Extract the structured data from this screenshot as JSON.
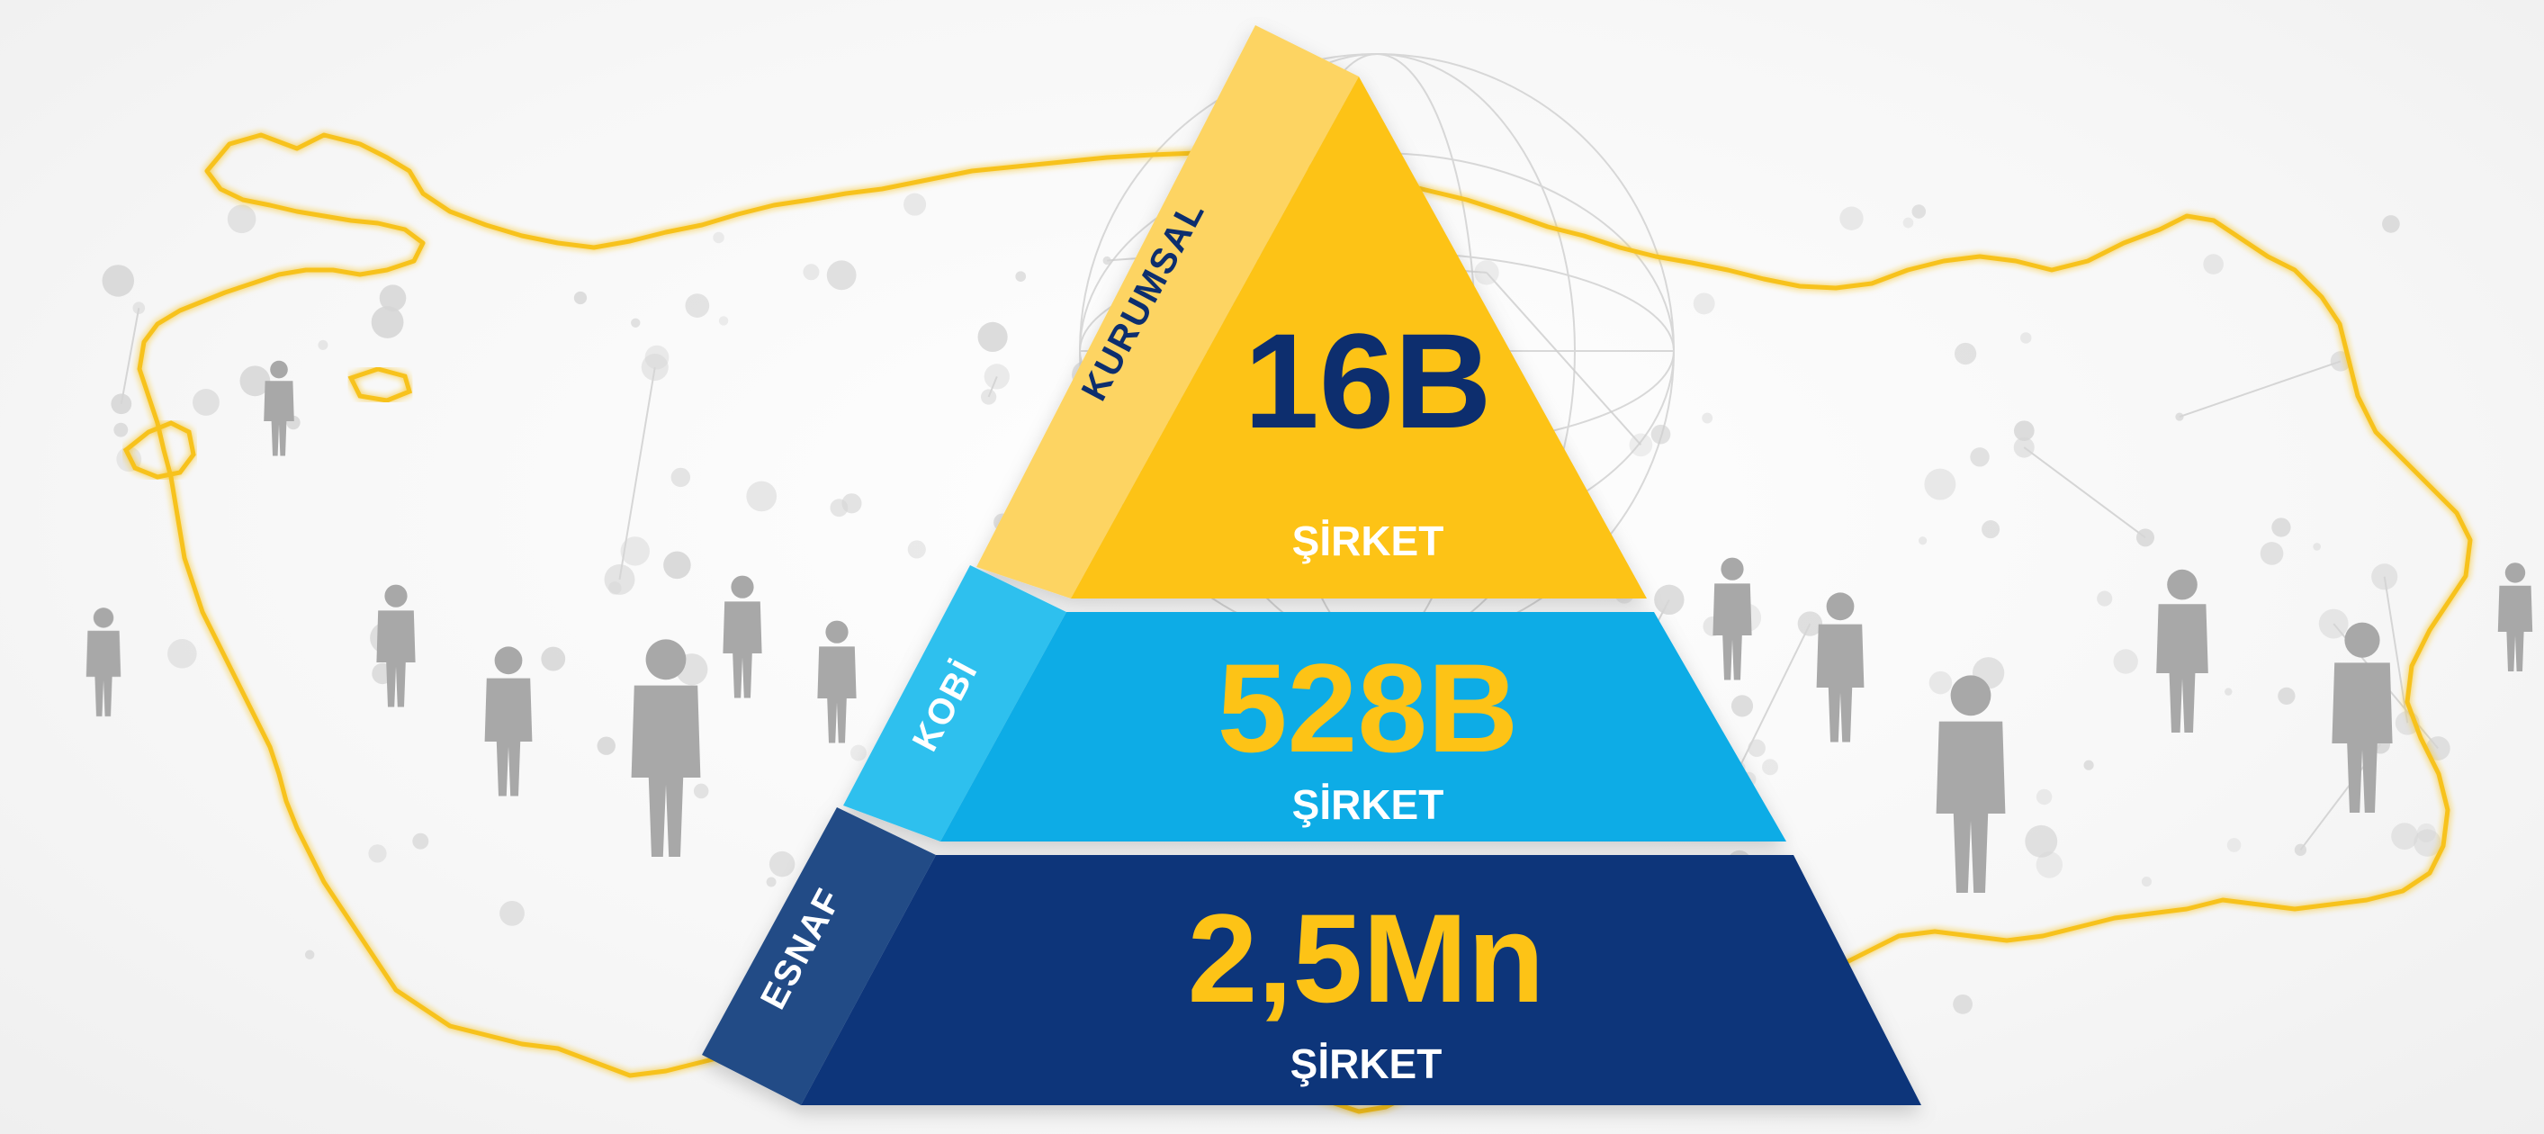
{
  "tiers": [
    {
      "id": "kurumsal",
      "side_label": "KURUMSAL",
      "value": "16B",
      "unit": "ŞİRKET"
    },
    {
      "id": "kobi",
      "side_label": "KOBİ",
      "value": "528B",
      "unit": "ŞİRKET"
    },
    {
      "id": "esnaf",
      "side_label": "ESNAF",
      "value": "2,5Mn",
      "unit": "ŞİRKET"
    }
  ],
  "colors": {
    "kurumsal_front": "#FDC317",
    "kurumsal_side": "#FDD462",
    "kobi_front": "#08ACE6",
    "kobi_side": "#2FC0EE",
    "esnaf_front": "#08347A",
    "esnaf_side": "#224B86",
    "navy_text": "#0A2D6E",
    "yellow_text": "#FDC317",
    "map_outline": "#F7C21E",
    "network_grey": "#CFCFCF",
    "people_grey": "#A8A8A8"
  },
  "background": {
    "map": "turkey-outline",
    "overlay": "people-network"
  }
}
